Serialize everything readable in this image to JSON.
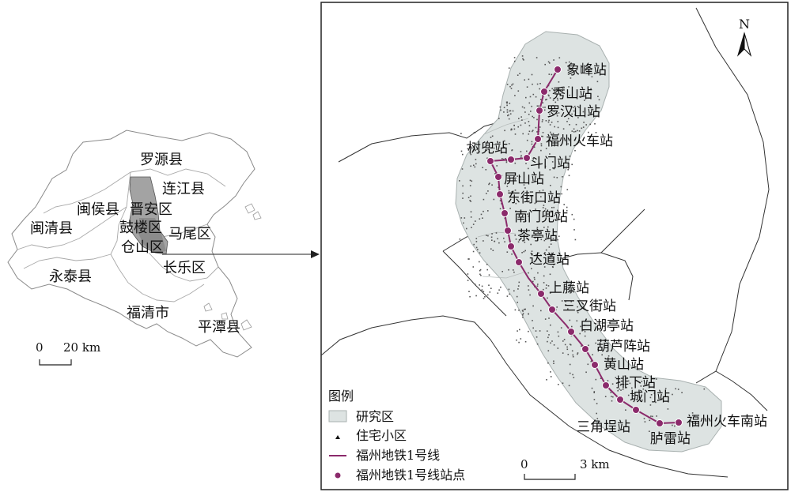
{
  "overview_map": {
    "districts": [
      {
        "name": "罗源县"
      },
      {
        "name": "连江县"
      },
      {
        "name": "闽侯县"
      },
      {
        "name": "晋安区"
      },
      {
        "name": "闽清县"
      },
      {
        "name": "鼓楼区"
      },
      {
        "name": "马尾区"
      },
      {
        "name": "仓山区"
      },
      {
        "name": "永泰县"
      },
      {
        "name": "长乐区"
      },
      {
        "name": "福清市"
      },
      {
        "name": "平潭县"
      }
    ],
    "scale_bar": {
      "zero": "0",
      "label": "20 km"
    }
  },
  "detail_map": {
    "north_label": "N",
    "scale_bar": {
      "zero": "0",
      "label": "3 km"
    },
    "line_color": "#8b2a6b",
    "station_fill": "#8b2a6b",
    "study_area_fill": "#dde3e2",
    "stations": [
      {
        "name": "象峰站"
      },
      {
        "name": "秀山站"
      },
      {
        "name": "罗汉山站"
      },
      {
        "name": "福州火车站"
      },
      {
        "name": "斗门站"
      },
      {
        "name": "树兜站"
      },
      {
        "name": "屏山站"
      },
      {
        "name": "东街口站"
      },
      {
        "name": "南门兜站"
      },
      {
        "name": "茶亭站"
      },
      {
        "name": "达道站"
      },
      {
        "name": "上藤站"
      },
      {
        "name": "三叉街站"
      },
      {
        "name": "白湖亭站"
      },
      {
        "name": "葫芦阵站"
      },
      {
        "name": "黄山站"
      },
      {
        "name": "排下站"
      },
      {
        "name": "城门站"
      },
      {
        "name": "三角埕站"
      },
      {
        "name": "胪雷站"
      },
      {
        "name": "福州火车南站"
      }
    ],
    "legend": {
      "title": "图例",
      "items": [
        {
          "label": "研究区",
          "symbol": "study-area"
        },
        {
          "label": "住宅小区",
          "symbol": "residential-point"
        },
        {
          "label": "福州地铁1号线",
          "symbol": "metro-line"
        },
        {
          "label": "福州地铁1号线站点",
          "symbol": "metro-station"
        }
      ]
    }
  }
}
